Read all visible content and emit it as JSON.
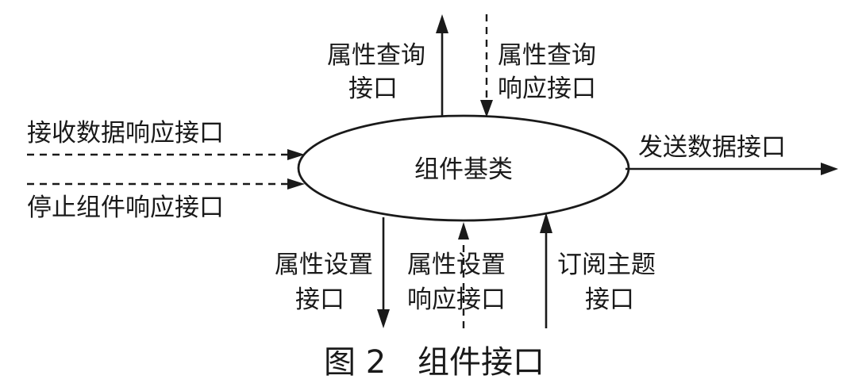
{
  "center_node": "组件基类",
  "interfaces": {
    "attr_query": [
      "属性查询",
      "接口"
    ],
    "attr_query_response": [
      "属性查询",
      "响应接口"
    ],
    "receive_data_response": "接收数据响应接口",
    "stop_component_response": "停止组件响应接口",
    "send_data": "发送数据接口",
    "attr_set": [
      "属性设置",
      "接口"
    ],
    "attr_set_response": [
      "属性设置",
      "响应接口"
    ],
    "subscribe_topic": [
      "订阅主题",
      "接口"
    ]
  },
  "caption": {
    "figure_number": "图 2",
    "title": "组件接口"
  }
}
